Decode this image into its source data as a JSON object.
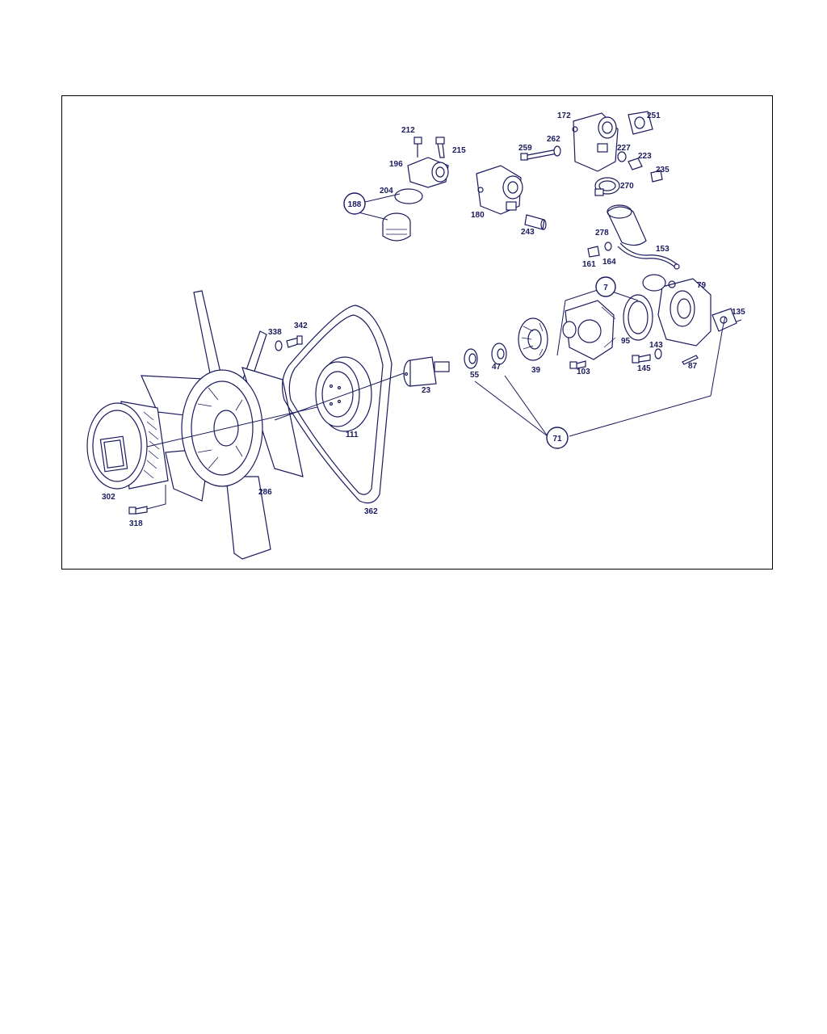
{
  "diagram": {
    "labels": {
      "p172": "172",
      "p251": "251",
      "p212": "212",
      "p215": "215",
      "p196": "196",
      "p259": "259",
      "p262": "262",
      "p227": "227",
      "p223": "223",
      "p235": "235",
      "p204": "204",
      "p188": "188",
      "p180": "180",
      "p270": "270",
      "p243": "243",
      "p278": "278",
      "p161": "161",
      "p164": "164",
      "p153": "153",
      "p7": "7",
      "p79": "79",
      "p135": "135",
      "p338": "338",
      "p342": "342",
      "p95": "95",
      "p143": "143",
      "p87": "87",
      "p145": "145",
      "p103": "103",
      "p39": "39",
      "p47": "47",
      "p55": "55",
      "p23": "23",
      "p111": "111",
      "p71": "71",
      "p302": "302",
      "p286": "286",
      "p362": "362",
      "p318": "318"
    }
  },
  "colors": {
    "line": "#1a1a5e",
    "frame": "#000000",
    "background": "#ffffff"
  }
}
